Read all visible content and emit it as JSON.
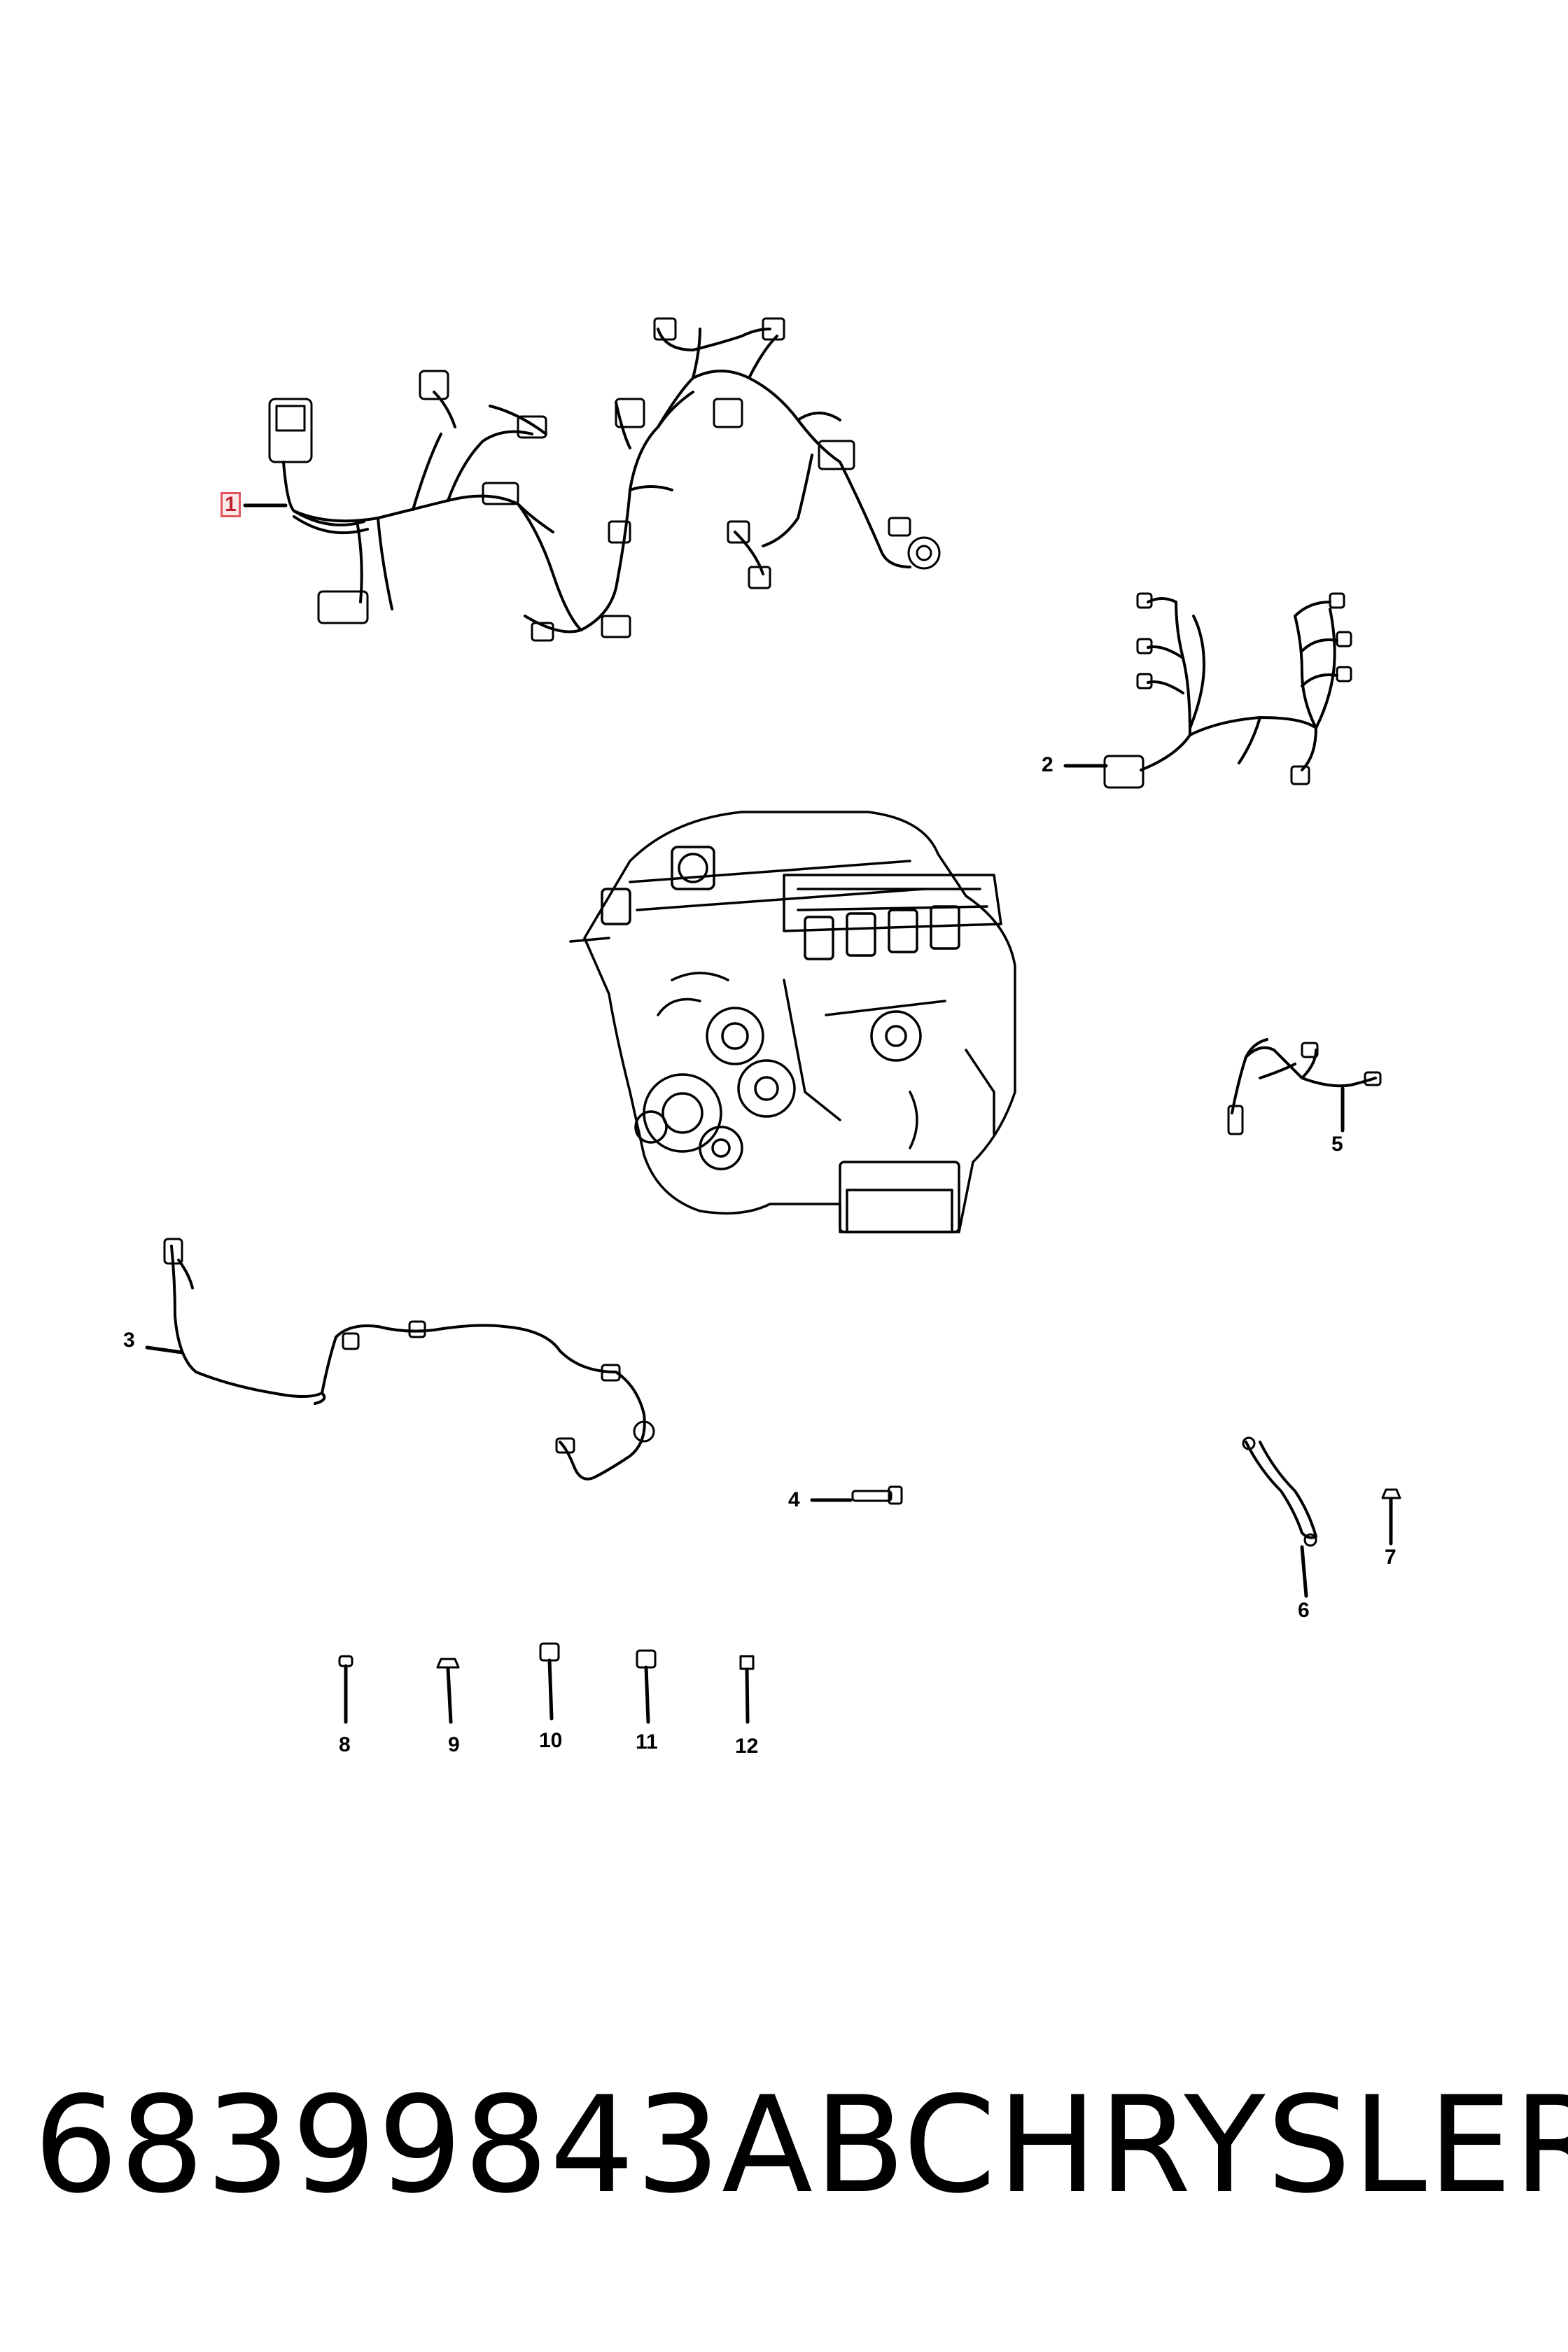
{
  "diagram": {
    "callouts": [
      {
        "id": "1",
        "label": "1",
        "highlighted": true
      },
      {
        "id": "2",
        "label": "2"
      },
      {
        "id": "3",
        "label": "3"
      },
      {
        "id": "4",
        "label": "4"
      },
      {
        "id": "5",
        "label": "5"
      },
      {
        "id": "6",
        "label": "6"
      },
      {
        "id": "7",
        "label": "7"
      },
      {
        "id": "8",
        "label": "8"
      },
      {
        "id": "9",
        "label": "9"
      },
      {
        "id": "10",
        "label": "10"
      },
      {
        "id": "11",
        "label": "11"
      },
      {
        "id": "12",
        "label": "12"
      }
    ],
    "highlight_color": "#e0555e"
  },
  "footer": {
    "part_number": "68399843AB",
    "brand": "CHRYSLER"
  }
}
